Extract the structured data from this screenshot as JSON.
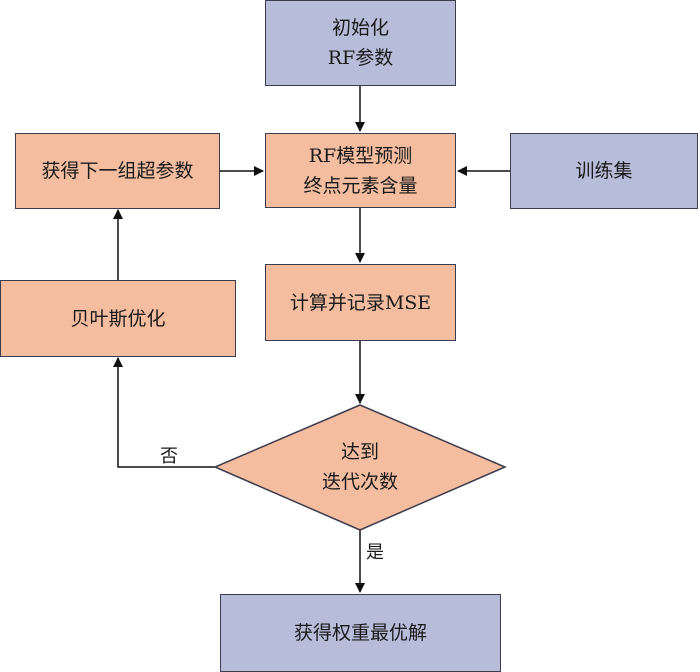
{
  "colors": {
    "process_fill": "#f4bd9f",
    "io_fill": "#b7bcd9",
    "stroke": "#3c3c50",
    "arrow": "#111111"
  },
  "nodes": {
    "init": {
      "lines": [
        "初始化",
        "RF参数"
      ]
    },
    "predict": {
      "lines": [
        "RF模型预测",
        "终点元素含量"
      ]
    },
    "next_params": {
      "lines": [
        "获得下一组超参数"
      ]
    },
    "training_set": {
      "lines": [
        "训练集"
      ]
    },
    "bayesian": {
      "lines": [
        "贝叶斯优化"
      ]
    },
    "mse": {
      "lines": [
        "计算并记录MSE"
      ]
    },
    "decision": {
      "lines": [
        "达到",
        "迭代次数"
      ]
    },
    "result": {
      "lines": [
        "获得权重最优解"
      ]
    }
  },
  "edge_labels": {
    "no": "否",
    "yes": "是"
  }
}
